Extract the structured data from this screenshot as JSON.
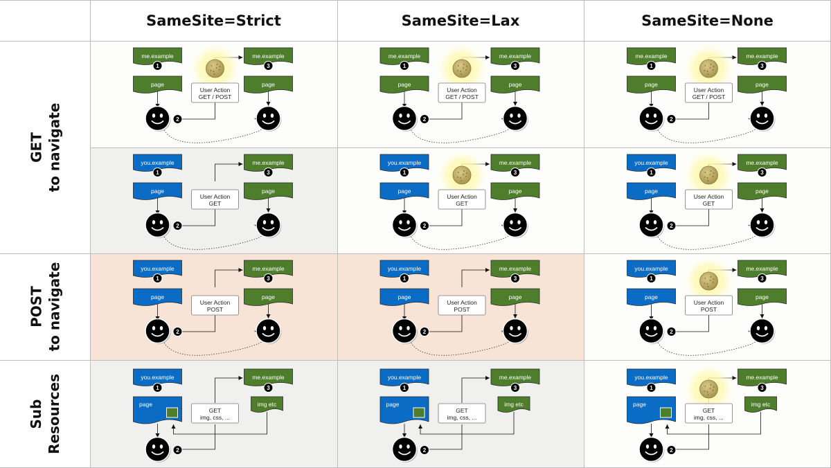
{
  "colors": {
    "green": "#4e7d2c",
    "blue": "#0a6cc4",
    "gray_bg": "#f0f0ef",
    "peach_bg": "#f7e4d7",
    "white_bg": "#fdfefb",
    "gridline": "#bdbdbd"
  },
  "columns": [
    "SameSite=Strict",
    "SameSite=Lax",
    "SameSite=None"
  ],
  "rows": [
    {
      "id": "get",
      "label": [
        "GET",
        "to navigate"
      ]
    },
    {
      "id": "post",
      "label": [
        "POST",
        "to navigate"
      ]
    },
    {
      "id": "sub",
      "label": [
        "Sub",
        "Resources"
      ]
    }
  ],
  "labels": {
    "me": "me.example",
    "you": "you.example",
    "page": "page",
    "img_etc": "img etc",
    "n1": "1",
    "n2": "2",
    "n3": "3"
  },
  "actions": {
    "get_post": [
      "User Action",
      "GET / POST"
    ],
    "get": [
      "User Action",
      "GET"
    ],
    "post": [
      "User Action",
      "POST"
    ],
    "sub": [
      "GET",
      "img, css, ..."
    ]
  },
  "cells": [
    {
      "row": 0,
      "col": 0,
      "kind": "nav",
      "origin": "me",
      "action": "get_post",
      "cookie": true,
      "bg": "white"
    },
    {
      "row": 0,
      "col": 1,
      "kind": "nav",
      "origin": "me",
      "action": "get_post",
      "cookie": true,
      "bg": "white"
    },
    {
      "row": 0,
      "col": 2,
      "kind": "nav",
      "origin": "me",
      "action": "get_post",
      "cookie": true,
      "bg": "white"
    },
    {
      "row": 1,
      "col": 0,
      "kind": "nav",
      "origin": "you",
      "action": "get",
      "cookie": false,
      "bg": "gray"
    },
    {
      "row": 1,
      "col": 1,
      "kind": "nav",
      "origin": "you",
      "action": "get",
      "cookie": true,
      "bg": "white"
    },
    {
      "row": 1,
      "col": 2,
      "kind": "nav",
      "origin": "you",
      "action": "get",
      "cookie": true,
      "bg": "white"
    },
    {
      "row": 2,
      "col": 0,
      "kind": "nav",
      "origin": "you",
      "action": "post",
      "cookie": false,
      "bg": "peach"
    },
    {
      "row": 2,
      "col": 1,
      "kind": "nav",
      "origin": "you",
      "action": "post",
      "cookie": false,
      "bg": "peach"
    },
    {
      "row": 2,
      "col": 2,
      "kind": "nav",
      "origin": "you",
      "action": "post",
      "cookie": true,
      "bg": "white"
    },
    {
      "row": 3,
      "col": 0,
      "kind": "sub",
      "origin": "you",
      "action": "sub",
      "cookie": false,
      "bg": "gray"
    },
    {
      "row": 3,
      "col": 1,
      "kind": "sub",
      "origin": "you",
      "action": "sub",
      "cookie": false,
      "bg": "gray"
    },
    {
      "row": 3,
      "col": 2,
      "kind": "sub",
      "origin": "you",
      "action": "sub",
      "cookie": true,
      "bg": "white"
    }
  ]
}
